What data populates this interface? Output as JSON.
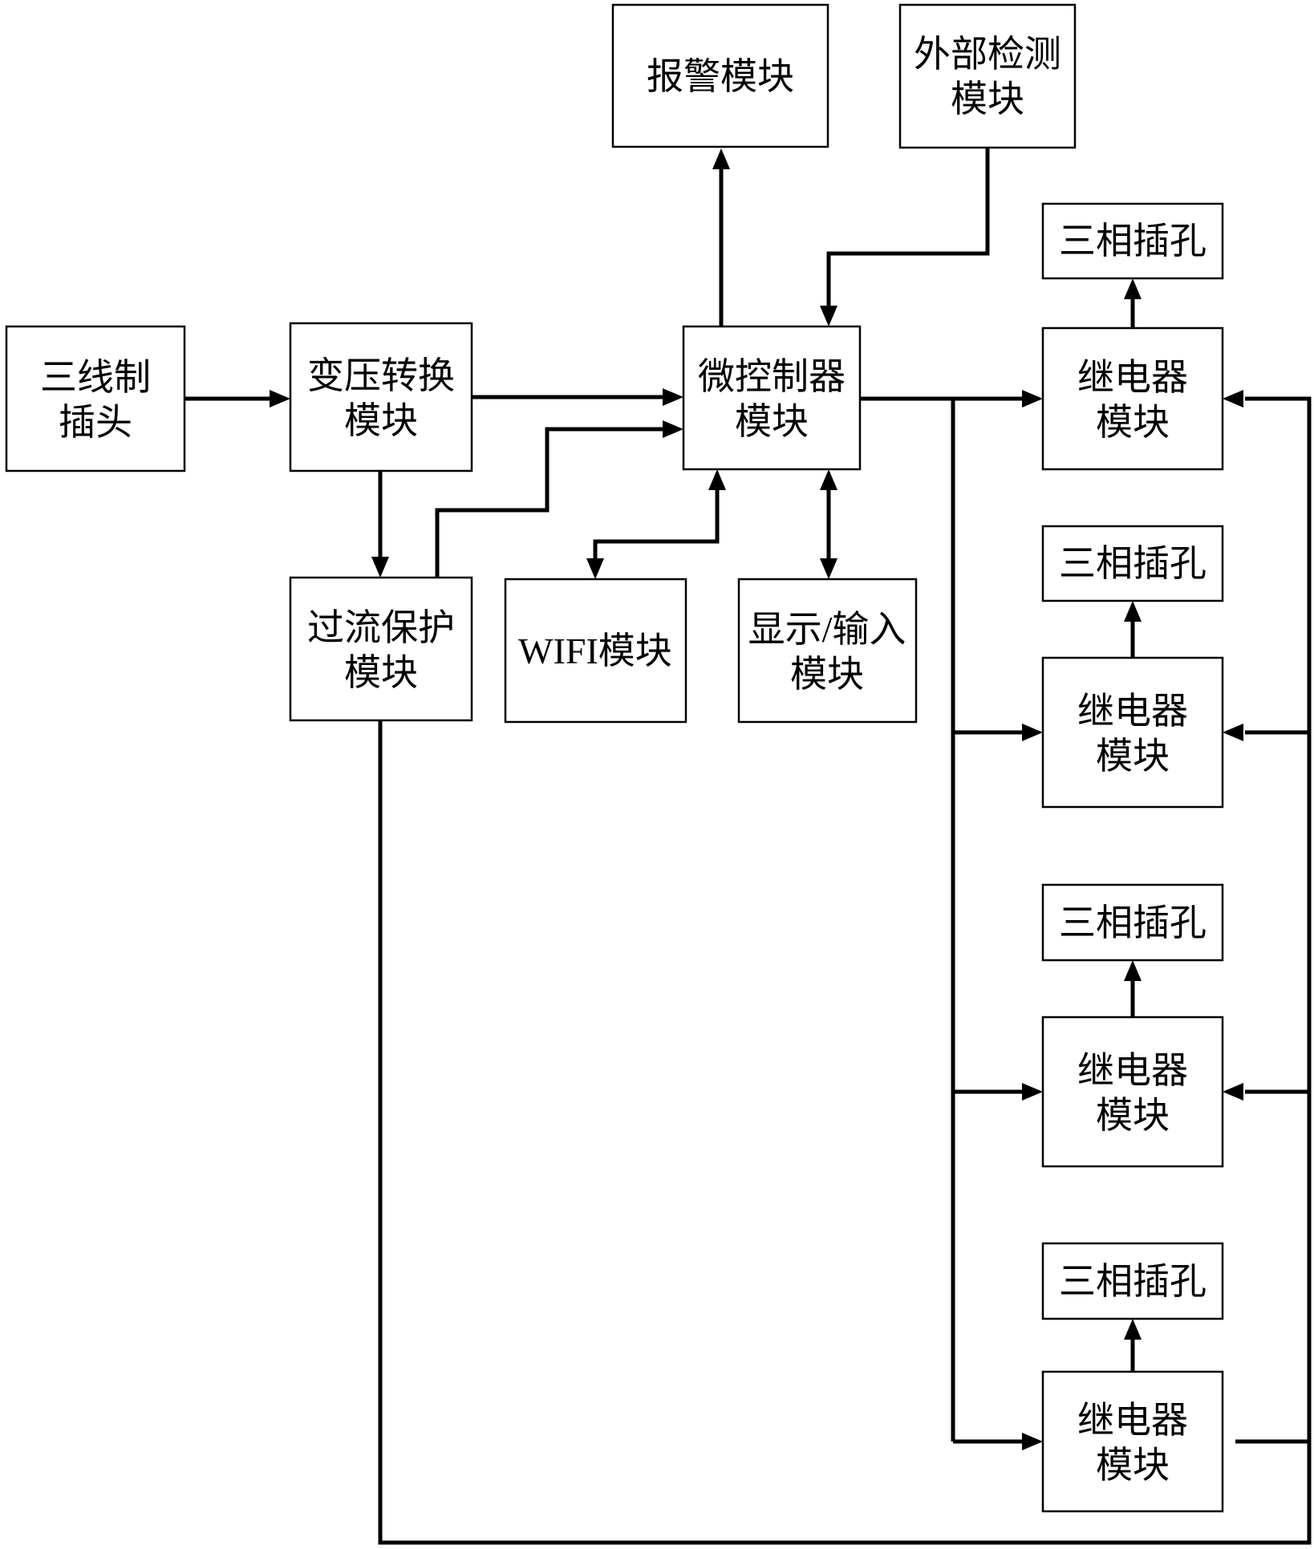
{
  "diagram_type": "block-diagram",
  "colors": {
    "background": "#ffffff",
    "ink": "#000000"
  },
  "nodes": {
    "plug": {
      "lines": [
        "三线制",
        "插头"
      ]
    },
    "transformer": {
      "lines": [
        "变压转换",
        "模块"
      ]
    },
    "mcu": {
      "lines": [
        "微控制器",
        "模块"
      ]
    },
    "alarm": {
      "lines": [
        "报警模块"
      ]
    },
    "external": {
      "lines": [
        "外部检测",
        "模块"
      ]
    },
    "overcurrent": {
      "lines": [
        "过流保护",
        "模块"
      ]
    },
    "wifi": {
      "lines": [
        "WIFI模块"
      ]
    },
    "display": {
      "lines": [
        "显示/输入",
        "模块"
      ]
    },
    "socket1": {
      "lines": [
        "三相插孔"
      ]
    },
    "relay1": {
      "lines": [
        "继电器",
        "模块"
      ]
    },
    "socket2": {
      "lines": [
        "三相插孔"
      ]
    },
    "relay2": {
      "lines": [
        "继电器",
        "模块"
      ]
    },
    "socket3": {
      "lines": [
        "三相插孔"
      ]
    },
    "relay3": {
      "lines": [
        "继电器",
        "模块"
      ]
    },
    "socket4": {
      "lines": [
        "三相插孔"
      ]
    },
    "relay4": {
      "lines": [
        "继电器",
        "模块"
      ]
    }
  }
}
